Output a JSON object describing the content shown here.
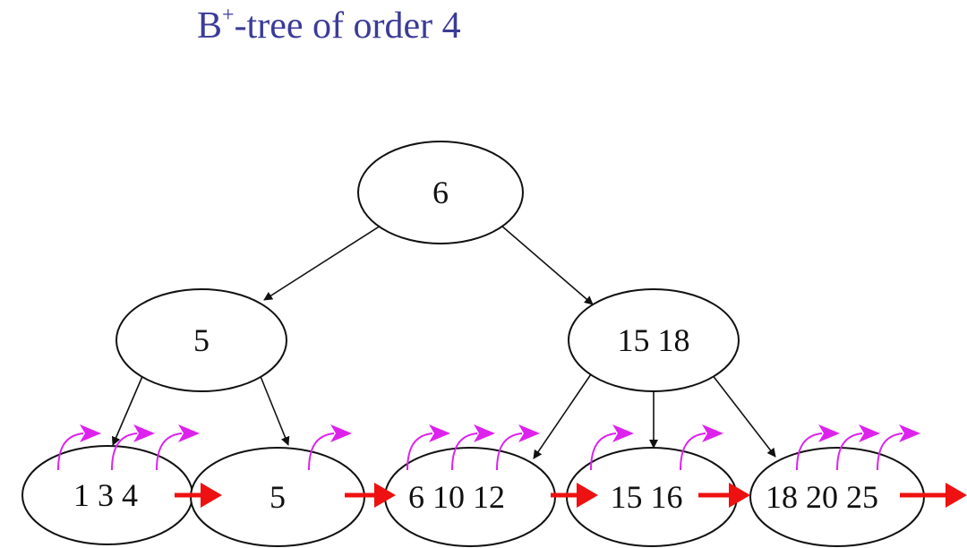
{
  "title": {
    "prefix": "B",
    "superscript": "+",
    "suffix": "-tree of order 4"
  },
  "colors": {
    "title": "#3b3b98",
    "leaf_link": "#ee1111",
    "record_pointer": "#dd22ee",
    "edge": "#111111"
  },
  "tree": {
    "root": {
      "keys": "6"
    },
    "internal": [
      {
        "keys": "5"
      },
      {
        "keys": "15 18"
      }
    ],
    "leaves": [
      {
        "keys": "1 3 4",
        "record_pointers": 3
      },
      {
        "keys": "5",
        "record_pointers": 1
      },
      {
        "keys": "6 10 12",
        "record_pointers": 3
      },
      {
        "keys": "15 16",
        "record_pointers": 2
      },
      {
        "keys": "18 20 25",
        "record_pointers": 3
      }
    ]
  }
}
